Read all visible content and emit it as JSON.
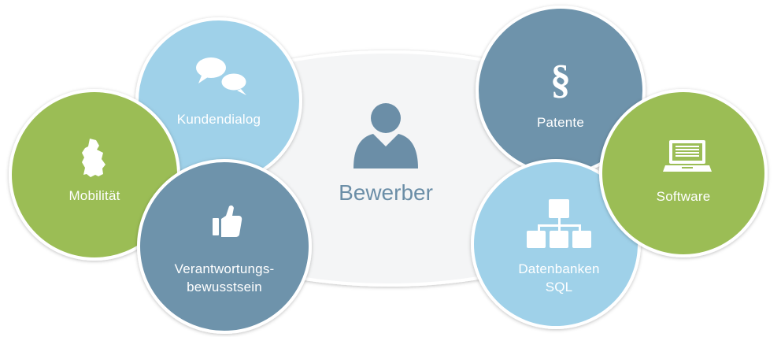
{
  "center": {
    "label": "Bewerber",
    "icon": "person-icon"
  },
  "nodes": {
    "kundendialog": {
      "label": "Kundendialog",
      "icon": "speech-bubbles-icon"
    },
    "mobilitaet": {
      "label": "Mobilität",
      "icon": "germany-map-icon"
    },
    "verantwortung": {
      "label_line1": "Verantwortungs-",
      "label_line2": "bewusstsein",
      "icon": "thumbs-up-icon"
    },
    "patente": {
      "label": "Patente",
      "icon": "paragraph-icon"
    },
    "software": {
      "label": "Software",
      "icon": "laptop-icon"
    },
    "datenbanken": {
      "label_line1": "Datenbanken",
      "label_line2": "SQL",
      "icon": "hierarchy-icon"
    }
  },
  "colors": {
    "light_blue": "#9fd1e9",
    "slate_blue": "#6e93ab",
    "green": "#9bbd55",
    "ellipse_fill": "#f4f5f6",
    "center_text": "#6b8ea7"
  },
  "icon_glyphs": {
    "paragraph": "§"
  }
}
